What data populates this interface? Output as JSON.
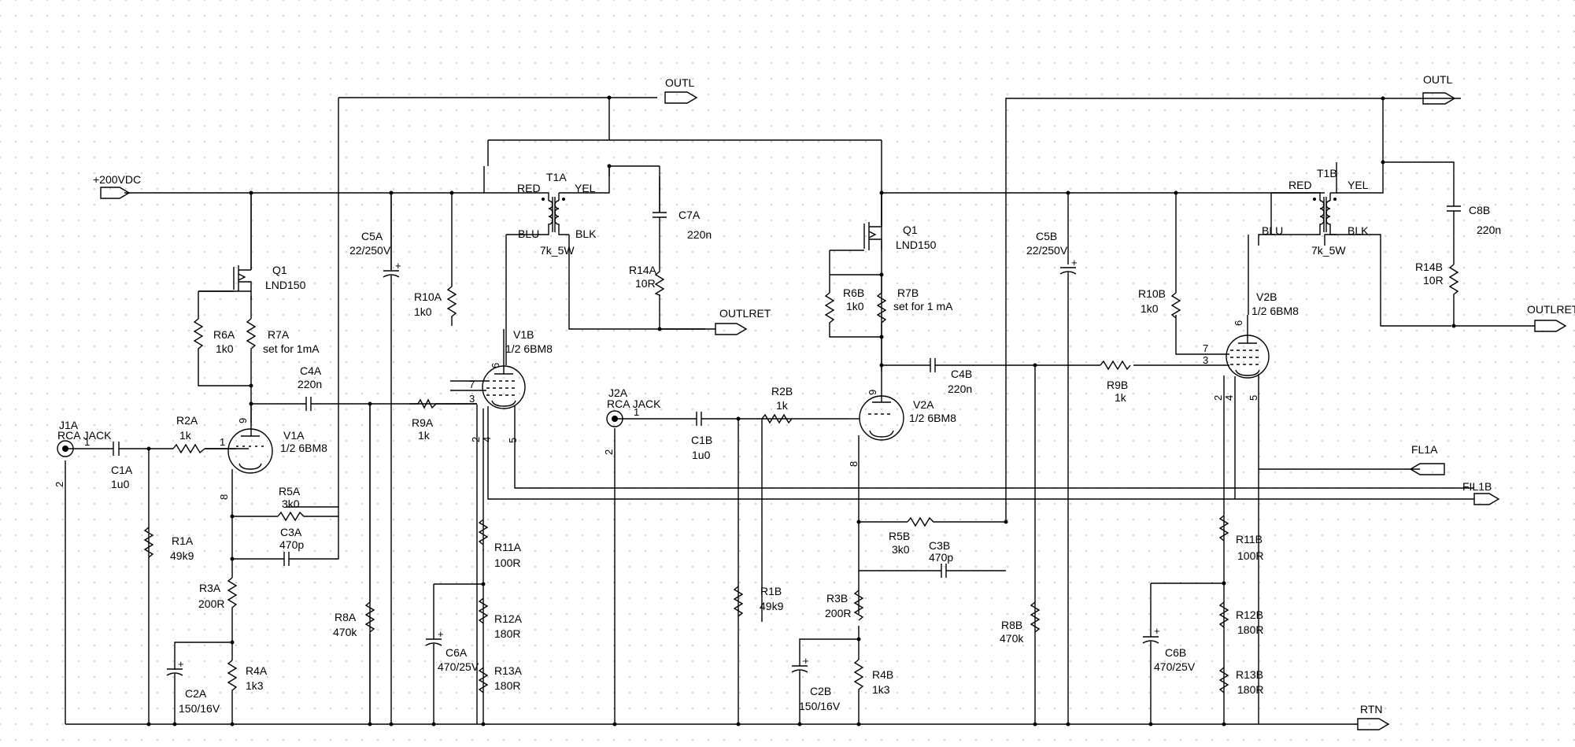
{
  "ports": {
    "outl": "OUTL",
    "outlret": "OUTLRET",
    "supply": "+200VDC",
    "fl1a": "FL1A",
    "fil1b": "FIL1B",
    "rtn": "RTN"
  },
  "a_channel": {
    "j1a": {
      "ref": "J1A",
      "type": "RCA JACK",
      "pin1": "1",
      "pin2": "2"
    },
    "c1a": {
      "ref": "C1A",
      "value": "1u0"
    },
    "r1a": {
      "ref": "R1A",
      "value": "49k9"
    },
    "r2a": {
      "ref": "R2A",
      "value": "1k"
    },
    "v1a": {
      "ref": "V1A",
      "value": "1/2 6BM8",
      "pin9": "9",
      "pin1": "1",
      "pin8": "8"
    },
    "q1": {
      "ref": "Q1",
      "value": "LND150"
    },
    "r6a": {
      "ref": "R6A",
      "value": "1k0"
    },
    "r7a": {
      "ref": "R7A",
      "value": "set for 1mA"
    },
    "c4a": {
      "ref": "C4A",
      "value": "220n"
    },
    "r5a": {
      "ref": "R5A",
      "value": "3k0"
    },
    "c3a": {
      "ref": "C3A",
      "value": "470p"
    },
    "r3a": {
      "ref": "R3A",
      "value": "200R"
    },
    "r4a": {
      "ref": "R4A",
      "value": "1k3"
    },
    "c2a": {
      "ref": "C2A",
      "value": "150/16V"
    },
    "c5a": {
      "ref": "C5A",
      "value": "22/250V"
    },
    "r8a": {
      "ref": "R8A",
      "value": "470k"
    },
    "r9a": {
      "ref": "R9A",
      "value": "1k"
    },
    "r10a": {
      "ref": "R10A",
      "value": "1k0"
    },
    "v1b": {
      "ref": "V1B",
      "value": "1/2 6BM8",
      "pin6": "6",
      "pin7": "7",
      "pin3": "3",
      "pin2": "2",
      "pin4": "4",
      "pin5": "5"
    },
    "t1a": {
      "ref": "T1A",
      "value": "7k_5W",
      "red": "RED",
      "yel": "YEL",
      "blu": "BLU",
      "blk": "BLK"
    },
    "c7a": {
      "ref": "C7A",
      "value": "220n"
    },
    "r14a": {
      "ref": "R14A",
      "value": "10R"
    },
    "r11a": {
      "ref": "R11A",
      "value": "100R"
    },
    "r12a": {
      "ref": "R12A",
      "value": "180R"
    },
    "r13a": {
      "ref": "R13A",
      "value": "180R"
    },
    "c6a": {
      "ref": "C6A",
      "value": "470/25V"
    }
  },
  "b_channel": {
    "j2a": {
      "ref": "J2A",
      "type": "RCA JACK",
      "pin1": "1",
      "pin2": "2"
    },
    "c1b": {
      "ref": "C1B",
      "value": "1u0"
    },
    "r1b": {
      "ref": "R1B",
      "value": "49k9"
    },
    "r2b": {
      "ref": "R2B",
      "value": "1k"
    },
    "v2a": {
      "ref": "V2A",
      "value": "1/2 6BM8",
      "pin9": "9",
      "pin8": "8"
    },
    "q1": {
      "ref": "Q1",
      "value": "LND150"
    },
    "r6b": {
      "ref": "R6B",
      "value": "1k0"
    },
    "r7b": {
      "ref": "R7B",
      "value": "set for 1 mA"
    },
    "c4b": {
      "ref": "C4B",
      "value": "220n"
    },
    "r5b": {
      "ref": "R5B",
      "value": "3k0"
    },
    "c3b": {
      "ref": "C3B",
      "value": "470p"
    },
    "r3b": {
      "ref": "R3B",
      "value": "200R"
    },
    "r4b": {
      "ref": "R4B",
      "value": "1k3"
    },
    "c2b": {
      "ref": "C2B",
      "value": "150/16V"
    },
    "c5b": {
      "ref": "C5B",
      "value": "22/250V"
    },
    "r8b": {
      "ref": "R8B",
      "value": "470k"
    },
    "r9b": {
      "ref": "R9B",
      "value": "1k"
    },
    "r10b": {
      "ref": "R10B",
      "value": "1k0"
    },
    "v2b": {
      "ref": "V2B",
      "value": "1/2 6BM8",
      "pin6": "6",
      "pin7": "7",
      "pin3": "3",
      "pin2": "2",
      "pin4": "4",
      "pin5": "5"
    },
    "t1b": {
      "ref": "T1B",
      "value": "7k_5W",
      "red": "RED",
      "yel": "YEL",
      "blu": "BLU",
      "blk": "BLK"
    },
    "c8b": {
      "ref": "C8B",
      "value": "220n"
    },
    "r14b": {
      "ref": "R14B",
      "value": "10R"
    },
    "r11b": {
      "ref": "R11B",
      "value": "100R"
    },
    "r12b": {
      "ref": "R12B",
      "value": "180R"
    },
    "r13b": {
      "ref": "R13B",
      "value": "180R"
    },
    "c6b": {
      "ref": "C6B",
      "value": "470/25V"
    }
  }
}
